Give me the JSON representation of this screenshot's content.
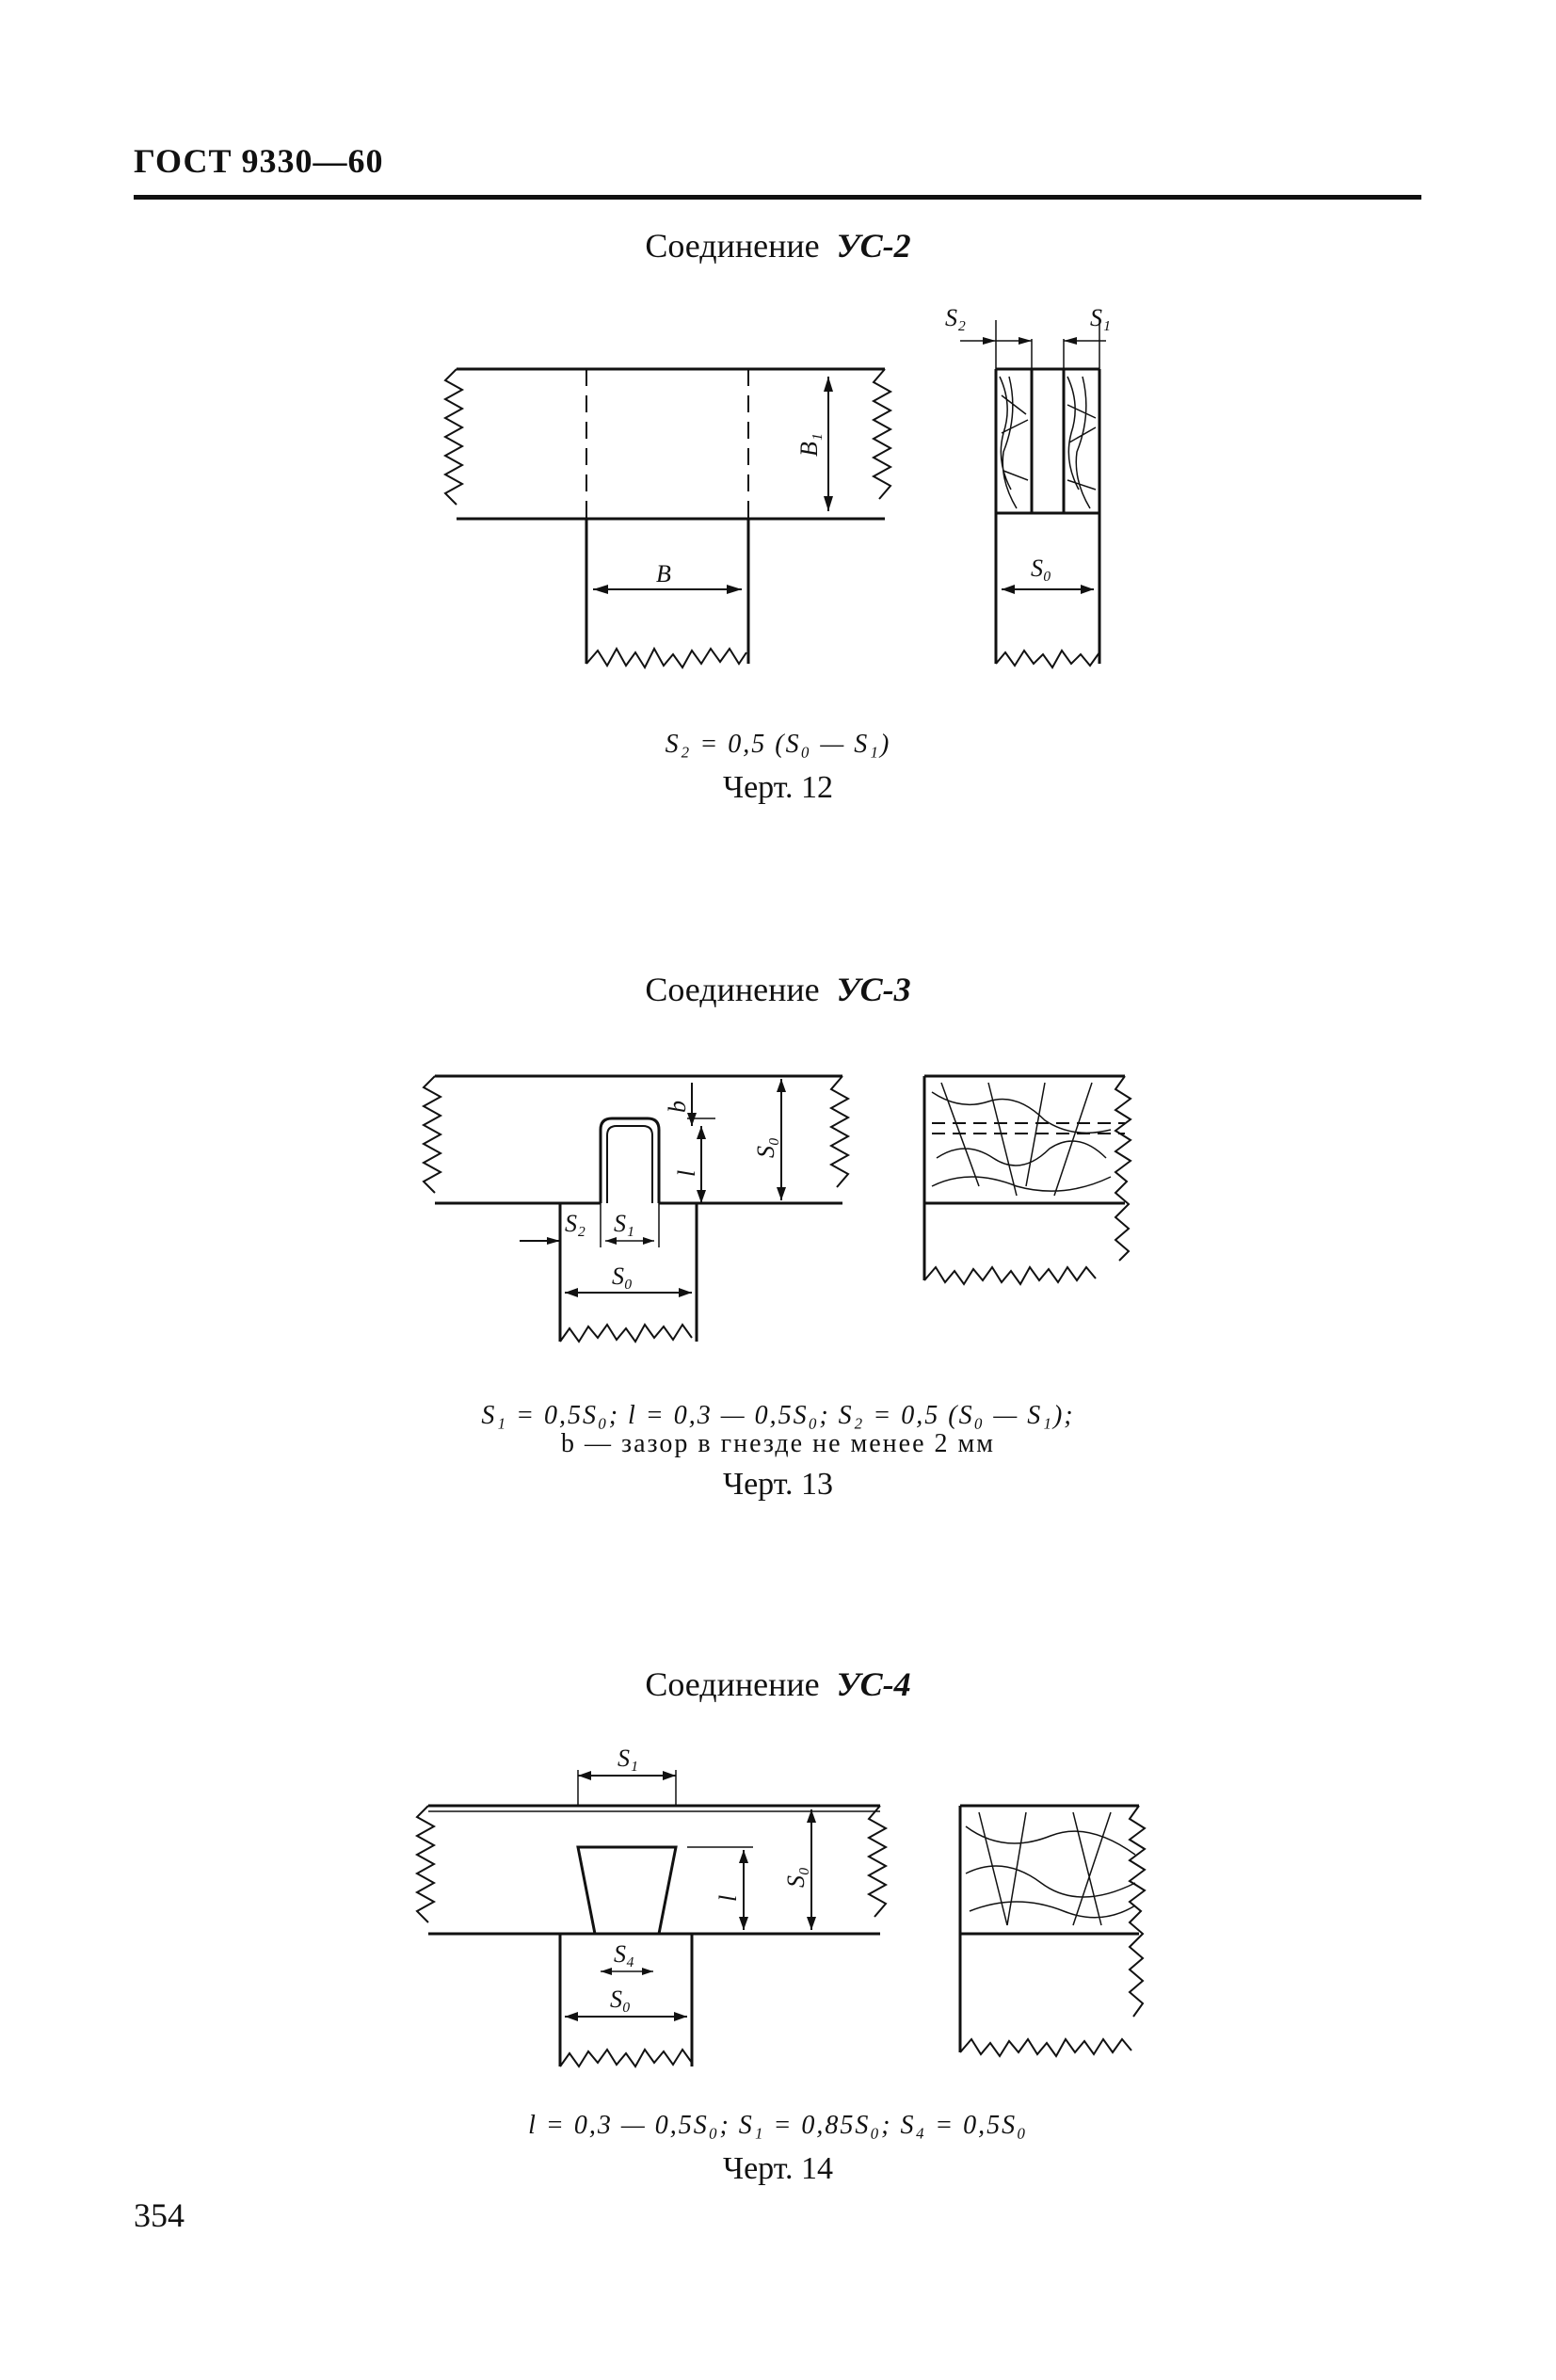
{
  "header": {
    "standard": "ГОСТ 9330—60"
  },
  "sections": [
    {
      "title_word": "Соединение",
      "code": "УС-2",
      "formula": "S₂ = 0,5 (S₀ — S₁)",
      "caption": "Черт. 12",
      "labels": {
        "B1": "B₁",
        "B": "B",
        "S2": "S₂",
        "S1": "S₁",
        "S0": "S₀"
      }
    },
    {
      "title_word": "Соединение",
      "code": "УС-3",
      "formula_line1": "S₁ = 0,5S₀;  l = 0,3 — 0,5S₀;  S₂ = 0,5 (S₀ — S₁);",
      "formula_line2": "b — зазор в гнезде не менее 2 мм",
      "caption": "Черт. 13",
      "labels": {
        "b": "b",
        "l": "l",
        "S0": "S₀",
        "S2": "S₂",
        "S1": "S₁",
        "S0b": "S₀"
      }
    },
    {
      "title_word": "Соединение",
      "code": "УС-4",
      "formula": "l = 0,3 — 0,5S₀;  S₁ = 0,85S₀;  S₄ = 0,5S₀",
      "caption": "Черт. 14",
      "labels": {
        "S1": "S₁",
        "l": "l",
        "S0": "S₀",
        "S4": "S₄",
        "S0b": "S₀"
      }
    }
  ],
  "page_number": "354"
}
